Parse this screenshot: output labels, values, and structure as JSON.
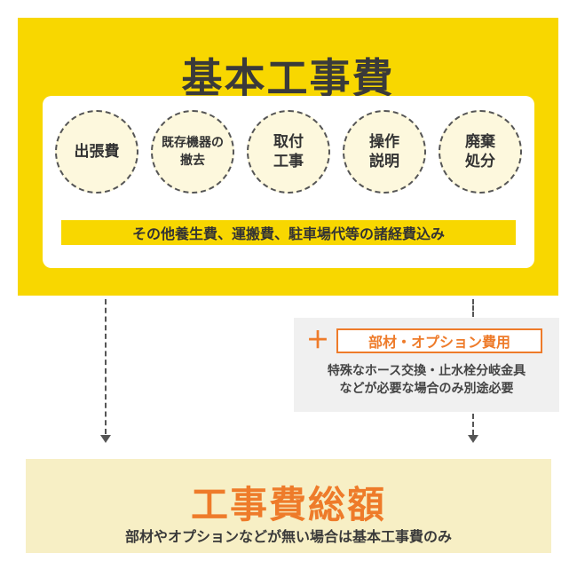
{
  "basic_cost": {
    "title": "基本工事費",
    "items": [
      {
        "label": "出張費"
      },
      {
        "label": "既存機器の\n撤去"
      },
      {
        "label": "取付\n工事"
      },
      {
        "label": "操作\n説明"
      },
      {
        "label": "廃棄\n処分"
      }
    ],
    "note": "その他養生費、運搬費、駐車場代等の諸経費込み"
  },
  "option": {
    "plus": "＋",
    "label": "部材・オプション費用",
    "description": "特殊なホース交換・止水栓分岐金具\nなどが必要な場合のみ別途必要"
  },
  "total": {
    "title": "工事費総額",
    "subtitle": "部材やオプションなどが無い場合は基本工事費のみ"
  },
  "colors": {
    "yellow": "#f8d700",
    "orange": "#ee7b2a",
    "cream": "#f7efc5",
    "gray_box": "#f0f0f0",
    "text": "#3a3a3a"
  }
}
